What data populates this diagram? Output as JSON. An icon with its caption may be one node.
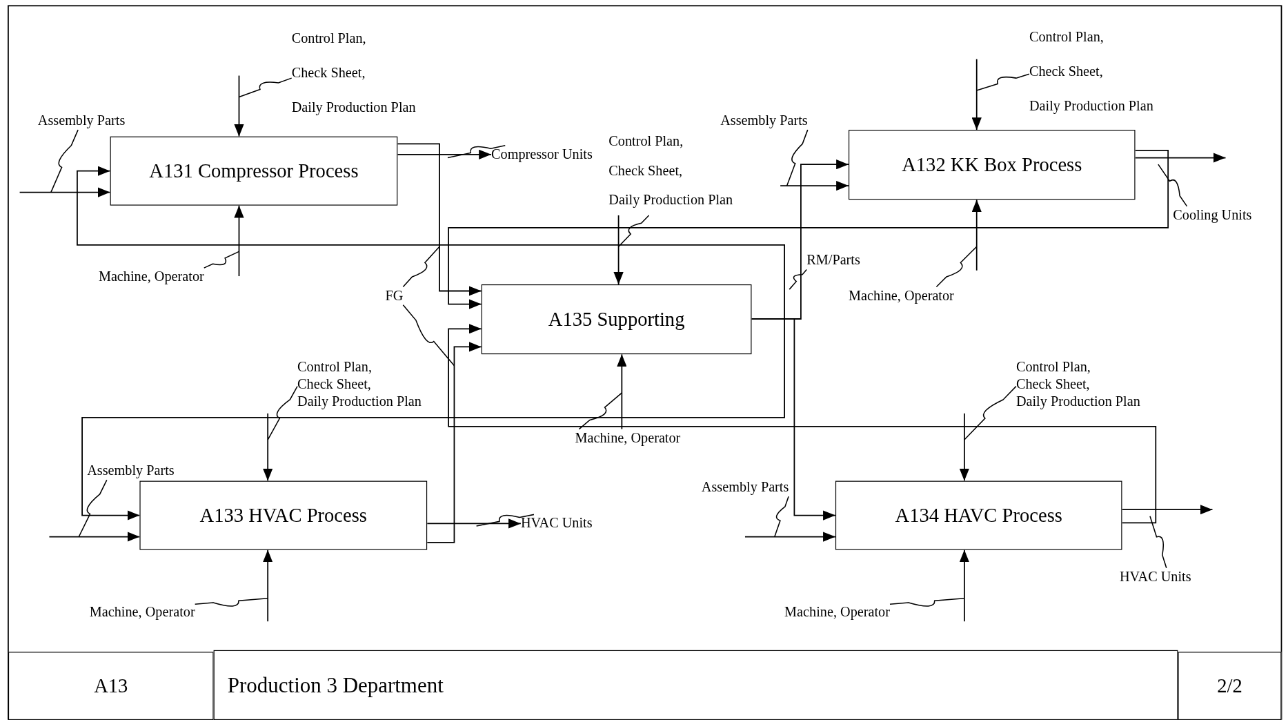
{
  "diagram": {
    "nodes": [
      {
        "text": [
          "A131 Compressor Process"
        ]
      },
      {
        "text": [
          "A132 KK Box Process"
        ]
      },
      {
        "text": [
          "A135 Supporting"
        ]
      },
      {
        "text": [
          "A133 HVAC Process"
        ]
      },
      {
        "text": [
          "A134 HAVC Process"
        ]
      },
      {
        "text": [
          "Control Plan, Check Sheet, Daily Production Plan"
        ]
      },
      {
        "text": [
          "Control Plan, Check Sheet, Daily Production Plan"
        ]
      },
      {
        "text": [
          "Assembly Parts"
        ]
      },
      {
        "text": [
          "Compressor Units"
        ]
      },
      {
        "text": [
          "Control Plan, Check Sheet, Daily Production Plan"
        ]
      },
      {
        "text": [
          "Assembly Parts"
        ]
      },
      {
        "text": [
          "Cooling Units"
        ]
      },
      {
        "text": [
          "Machine, Operator"
        ]
      },
      {
        "text": [
          "RM/Parts"
        ]
      },
      {
        "text": [
          "FG"
        ]
      },
      {
        "text": [
          "Machine, Operator"
        ]
      },
      {
        "text": [
          "Control Plan, Check Sheet, Daily Production Plan"
        ]
      },
      {
        "text": [
          "Control Plan, Check Sheet, Daily Production Plan"
        ]
      },
      {
        "text": [
          "Machine, Operator"
        ]
      },
      {
        "text": [
          "Assembly Parts"
        ]
      },
      {
        "text": [
          "HVAC Units"
        ]
      },
      {
        "text": [
          "Assembly Parts"
        ]
      },
      {
        "text": [
          "Machine, Operator"
        ]
      },
      {
        "text": [
          "Machine, Operator"
        ]
      },
      {
        "text": [
          "HVAC Units"
        ]
      }
    ],
    "edges": [
      {
        "from": null,
        "to": 0,
        "arrow": "to"
      },
      {
        "from": null,
        "to": 0,
        "arrow": "to"
      },
      {
        "from": null,
        "to": 0,
        "arrow": "to"
      },
      {
        "from": 0,
        "to": 8,
        "arrow": "to"
      },
      {
        "from": null,
        "to": 1,
        "arrow": "to"
      },
      {
        "from": null,
        "to": 1,
        "arrow": "to"
      },
      {
        "from": null,
        "to": 1,
        "arrow": "to"
      },
      {
        "from": 1,
        "to": null,
        "arrow": "to"
      },
      {
        "from": 9,
        "to": 2,
        "arrow": "to"
      },
      {
        "from": 18,
        "to": 2,
        "arrow": "to"
      },
      {
        "from": null,
        "to": 3,
        "arrow": "to"
      },
      {
        "from": null,
        "to": 3,
        "arrow": "to"
      },
      {
        "from": null,
        "to": 3,
        "arrow": "to"
      },
      {
        "from": 3,
        "to": 20,
        "arrow": "to"
      },
      {
        "from": null,
        "to": 4,
        "arrow": "to"
      },
      {
        "from": null,
        "to": 4,
        "arrow": "to"
      },
      {
        "from": null,
        "to": 4,
        "arrow": "to"
      },
      {
        "from": 4,
        "to": null,
        "arrow": "to"
      },
      {
        "from": 0,
        "to": 2,
        "arrow": "to"
      },
      {
        "from": 1,
        "to": 2,
        "arrow": "to"
      },
      {
        "from": 3,
        "to": 2,
        "arrow": "to"
      },
      {
        "from": 4,
        "to": 2,
        "arrow": "to"
      },
      {
        "from": 2,
        "to": 0,
        "arrow": "to"
      },
      {
        "from": 2,
        "to": 3,
        "arrow": "to"
      },
      {
        "from": 2,
        "to": 1,
        "arrow": "to"
      },
      {
        "from": 2,
        "to": 4,
        "arrow": "to"
      },
      {
        "from": 5,
        "to": null,
        "arrow": "none"
      },
      {
        "from": 6,
        "to": null,
        "arrow": "none"
      },
      {
        "from": 7,
        "to": null,
        "arrow": "none"
      },
      {
        "from": 8,
        "to": null,
        "arrow": "none"
      },
      {
        "from": 9,
        "to": null,
        "arrow": "none"
      },
      {
        "from": 10,
        "to": null,
        "arrow": "none"
      },
      {
        "from": 11,
        "to": null,
        "arrow": "none"
      },
      {
        "from": 12,
        "to": null,
        "arrow": "none"
      },
      {
        "from": 13,
        "to": null,
        "arrow": "none"
      },
      {
        "from": 14,
        "to": null,
        "arrow": "none"
      },
      {
        "from": 14,
        "to": null,
        "arrow": "none"
      },
      {
        "from": 15,
        "to": null,
        "arrow": "none"
      },
      {
        "from": 16,
        "to": null,
        "arrow": "none"
      },
      {
        "from": 17,
        "to": null,
        "arrow": "none"
      },
      {
        "from": 18,
        "to": null,
        "arrow": "none"
      },
      {
        "from": 19,
        "to": null,
        "arrow": "none"
      },
      {
        "from": 20,
        "to": null,
        "arrow": "none"
      },
      {
        "from": 21,
        "to": null,
        "arrow": "none"
      },
      {
        "from": 22,
        "to": null,
        "arrow": "none"
      },
      {
        "from": 23,
        "to": null,
        "arrow": "none"
      },
      {
        "from": 24,
        "to": null,
        "arrow": "none"
      }
    ],
    "labels": [
      "A13",
      "Production 3 Department",
      "2/2"
    ]
  }
}
